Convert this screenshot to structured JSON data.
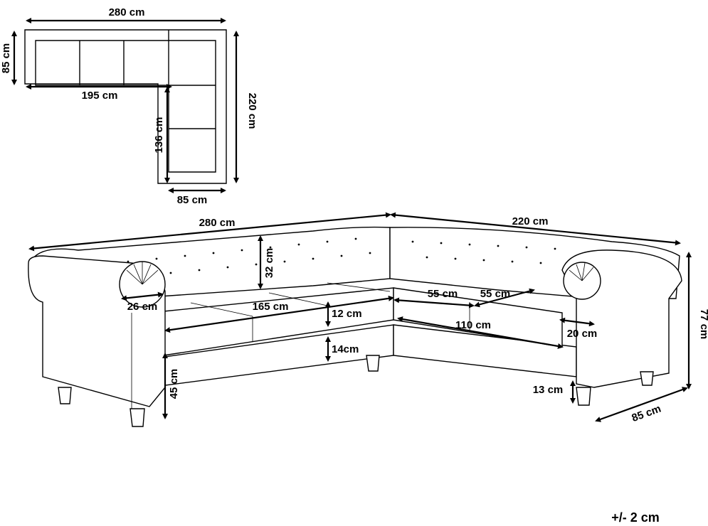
{
  "plan_view": {
    "total_width": "280 cm",
    "depth_left": "85 cm",
    "long_seat_width": "195 cm",
    "total_depth": "220 cm",
    "short_seat_length": "136 cm",
    "corner_depth": "85 cm"
  },
  "perspective_view": {
    "left_length": "280 cm",
    "right_length": "220 cm",
    "backrest_height": "32 cm",
    "arm_width": "26 cm",
    "left_seat_width": "165 cm",
    "cushion_thickness": "12 cm",
    "base_height": "14cm",
    "seat_height": "45 cm",
    "right_cushion_a": "55 cm",
    "right_cushion_b": "55 cm",
    "right_seat_width": "110 cm",
    "right_arm_width": "20 cm",
    "total_height": "77 cm",
    "leg_height": "13 cm",
    "depth": "85 cm"
  },
  "tolerance": "+/- 2 cm"
}
